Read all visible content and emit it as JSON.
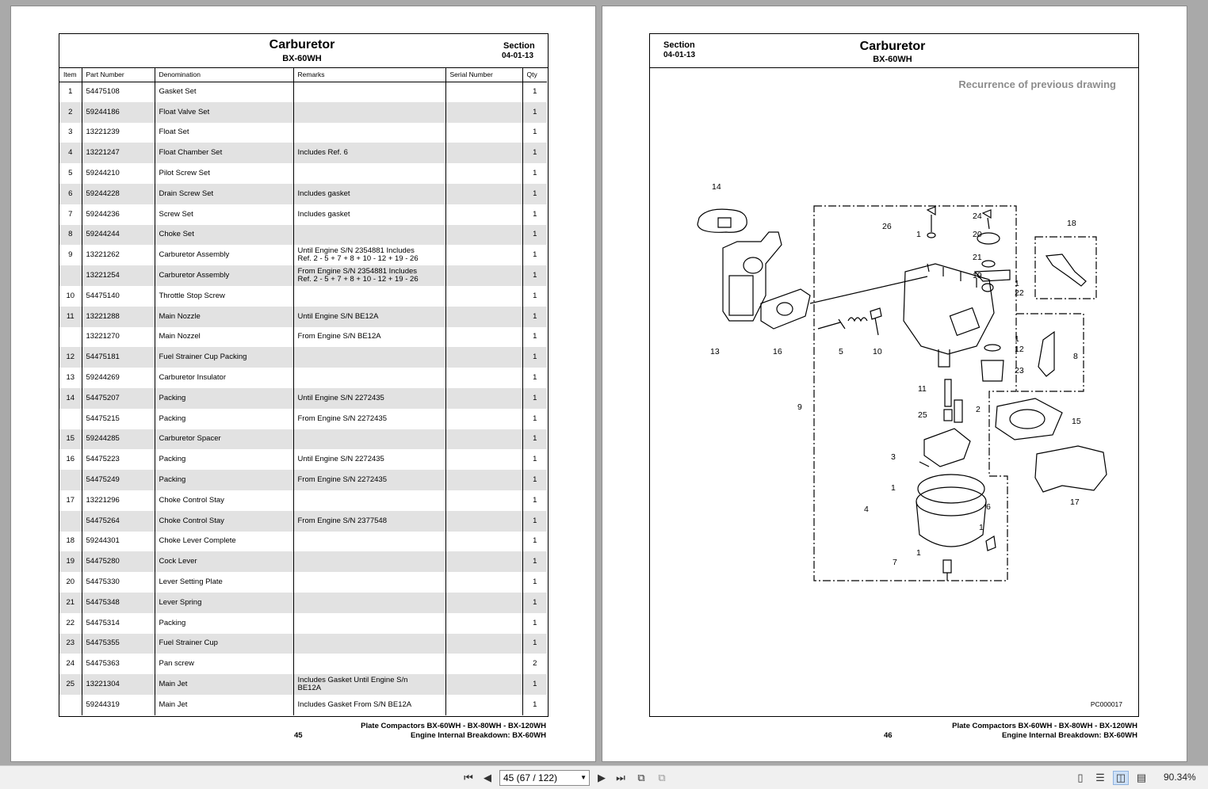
{
  "document": {
    "title": "Carburetor",
    "model": "BX-60WH",
    "section_label": "Section",
    "section_number": "04-01-13",
    "footer_line1": "Plate Compactors BX-60WH - BX-80WH - BX-120WH",
    "footer_line2": "Engine Internal Breakdown: BX-60WH",
    "left_page_number": "45",
    "right_page_number": "46"
  },
  "table": {
    "headers": [
      "Item",
      "Part Number",
      "Denomination",
      "Remarks",
      "Serial Number",
      "Qty"
    ],
    "rows": [
      {
        "item": "1",
        "part": "54475108",
        "name": "Gasket Set",
        "remarks": "",
        "qty": "1"
      },
      {
        "item": "2",
        "part": "59244186",
        "name": "Float Valve Set",
        "remarks": "",
        "qty": "1"
      },
      {
        "item": "3",
        "part": "13221239",
        "name": "Float Set",
        "remarks": "",
        "qty": "1"
      },
      {
        "item": "4",
        "part": "13221247",
        "name": "Float Chamber Set",
        "remarks": "Includes Ref. 6",
        "qty": "1"
      },
      {
        "item": "5",
        "part": "59244210",
        "name": "Pilot Screw Set",
        "remarks": "",
        "qty": "1"
      },
      {
        "item": "6",
        "part": "59244228",
        "name": "Drain Screw Set",
        "remarks": "Includes gasket",
        "qty": "1"
      },
      {
        "item": "7",
        "part": "59244236",
        "name": "Screw Set",
        "remarks": "Includes gasket",
        "qty": "1"
      },
      {
        "item": "8",
        "part": "59244244",
        "name": "Choke Set",
        "remarks": "",
        "qty": "1"
      },
      {
        "item": "9",
        "part": "13221262",
        "name": "Carburetor Assembly",
        "remarks": "Until Engine S/N 2354881 Includes",
        "remarks2": "Ref. 2 - 5 + 7 + 8 + 10 - 12 + 19 - 26",
        "qty": "1"
      },
      {
        "item": "",
        "part": "13221254",
        "name": "Carburetor Assembly",
        "remarks": "From Engine S/N 2354881 Includes",
        "remarks2": "Ref. 2 - 5 + 7 + 8 + 10 - 12 + 19 - 26",
        "qty": "1"
      },
      {
        "item": "10",
        "part": "54475140",
        "name": "Throttle Stop Screw",
        "remarks": "",
        "qty": "1"
      },
      {
        "item": "11",
        "part": "13221288",
        "name": "Main Nozzle",
        "remarks": "Until Engine S/N BE12A",
        "qty": "1"
      },
      {
        "item": "",
        "part": "13221270",
        "name": "Main Nozzel",
        "remarks": "From Engine S/N BE12A",
        "qty": "1"
      },
      {
        "item": "12",
        "part": "54475181",
        "name": "Fuel Strainer Cup Packing",
        "remarks": "",
        "qty": "1"
      },
      {
        "item": "13",
        "part": "59244269",
        "name": "Carburetor Insulator",
        "remarks": "",
        "qty": "1"
      },
      {
        "item": "14",
        "part": "54475207",
        "name": "Packing",
        "remarks": "Until Engine S/N 2272435",
        "qty": "1"
      },
      {
        "item": "",
        "part": "54475215",
        "name": "Packing",
        "remarks": "From Engine S/N 2272435",
        "qty": "1"
      },
      {
        "item": "15",
        "part": "59244285",
        "name": "Carburetor Spacer",
        "remarks": "",
        "qty": "1"
      },
      {
        "item": "16",
        "part": "54475223",
        "name": "Packing",
        "remarks": "Until Engine S/N 2272435",
        "qty": "1"
      },
      {
        "item": "",
        "part": "54475249",
        "name": "Packing",
        "remarks": "From Engine S/N 2272435",
        "qty": "1"
      },
      {
        "item": "17",
        "part": "13221296",
        "name": "Choke Control Stay",
        "remarks": "",
        "qty": "1"
      },
      {
        "item": "",
        "part": "54475264",
        "name": "Choke Control Stay",
        "remarks": "From Engine S/N 2377548",
        "qty": "1"
      },
      {
        "item": "18",
        "part": "59244301",
        "name": "Choke Lever Complete",
        "remarks": "",
        "qty": "1"
      },
      {
        "item": "19",
        "part": "54475280",
        "name": "Cock Lever",
        "remarks": "",
        "qty": "1"
      },
      {
        "item": "20",
        "part": "54475330",
        "name": "Lever Setting Plate",
        "remarks": "",
        "qty": "1"
      },
      {
        "item": "21",
        "part": "54475348",
        "name": "Lever Spring",
        "remarks": "",
        "qty": "1"
      },
      {
        "item": "22",
        "part": "54475314",
        "name": "Packing",
        "remarks": "",
        "qty": "1"
      },
      {
        "item": "23",
        "part": "54475355",
        "name": "Fuel Strainer Cup",
        "remarks": "",
        "qty": "1"
      },
      {
        "item": "24",
        "part": "54475363",
        "name": "Pan screw",
        "remarks": "",
        "qty": "2"
      },
      {
        "item": "25",
        "part": "13221304",
        "name": "Main Jet",
        "remarks": "Includes Gasket Until Engine S/n",
        "remarks2": "BE12A",
        "qty": "1"
      },
      {
        "item": "",
        "part": "59244319",
        "name": "Main Jet",
        "remarks": "Includes Gasket From S/N BE12A",
        "qty": "1"
      }
    ]
  },
  "drawing": {
    "note": "Recurrence of previous drawing",
    "ref_code": "PC000017",
    "callouts": [
      "14",
      "26",
      "1",
      "24",
      "20",
      "18",
      "21",
      "19",
      "1",
      "22",
      "13",
      "16",
      "5",
      "10",
      "1",
      "12",
      "8",
      "23",
      "11",
      "2",
      "9",
      "25",
      "15",
      "3",
      "1",
      "4",
      "6",
      "1",
      "17",
      "7",
      "1"
    ]
  },
  "toolbar": {
    "page_value": "45 (67 / 122)",
    "zoom": "90.34%",
    "icons": [
      "first-page-icon",
      "prev-page-icon",
      "next-page-icon",
      "last-page-icon",
      "rotate-icon",
      "fit-icon",
      "single-page-view-icon",
      "continuous-view-icon",
      "two-page-view-icon",
      "two-page-continuous-view-icon"
    ]
  }
}
